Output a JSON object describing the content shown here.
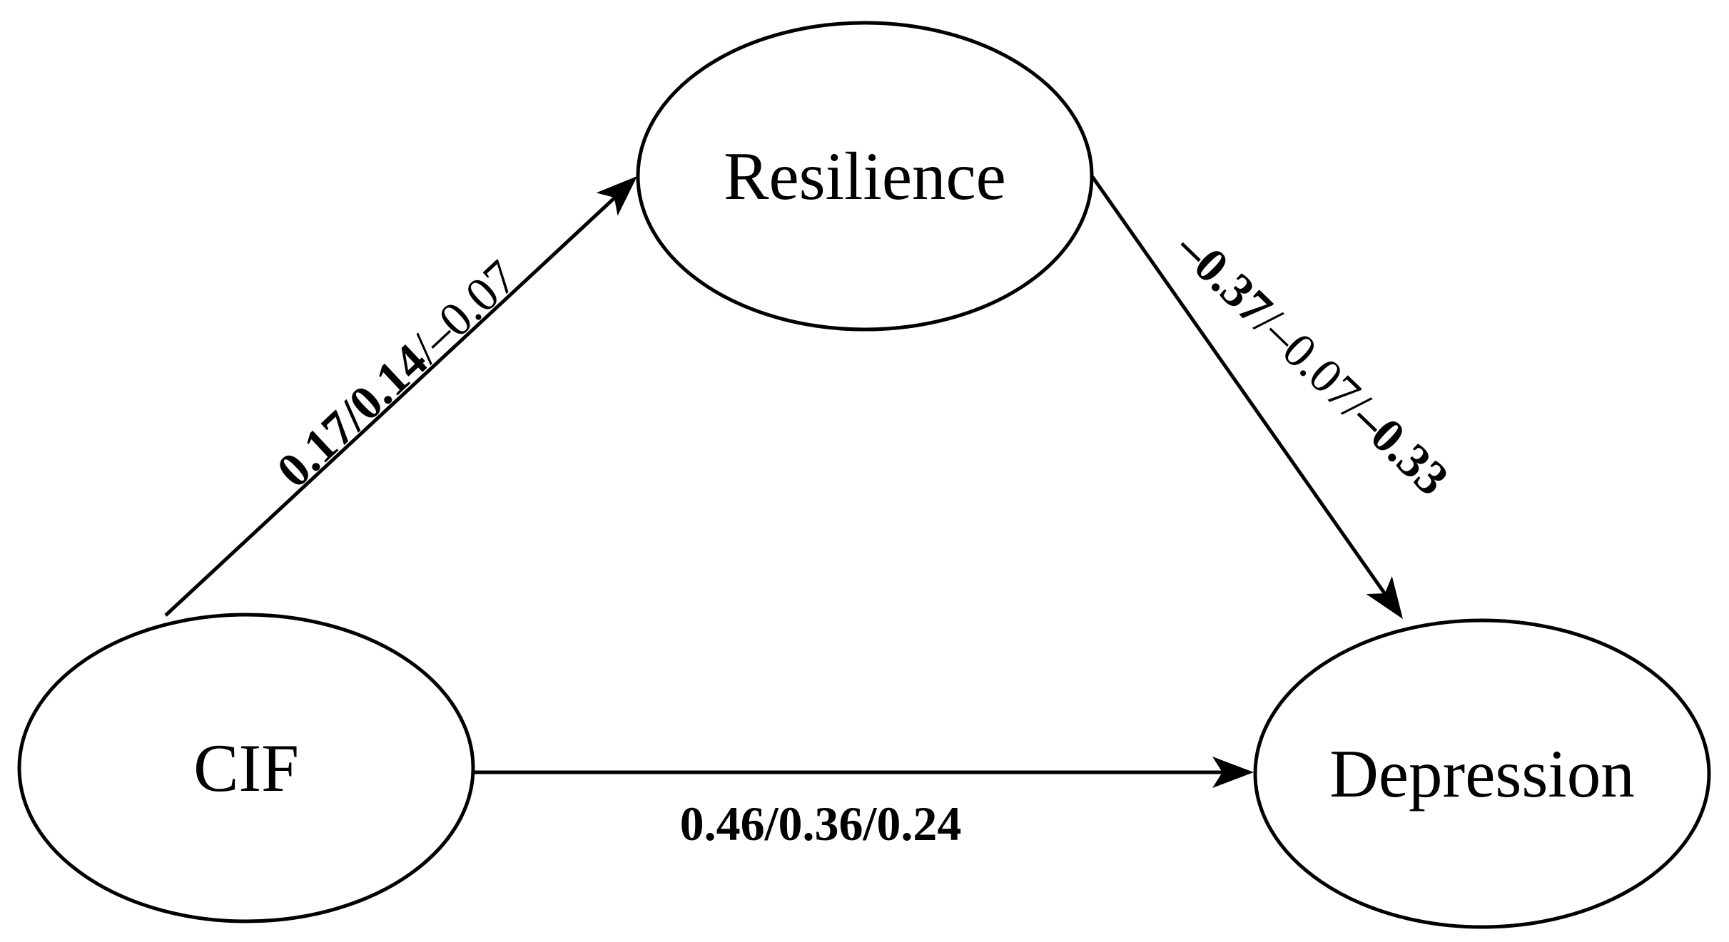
{
  "diagram": {
    "type": "mediation-path-diagram",
    "colors": {
      "background": "#ffffff",
      "stroke": "#000000",
      "text": "#000000"
    },
    "nodes": [
      {
        "id": "resilience",
        "label": "Resilience"
      },
      {
        "id": "cif",
        "label": "CIF"
      },
      {
        "id": "depression",
        "label": "Depression"
      }
    ],
    "edges": [
      {
        "id": "cif-to-resilience",
        "from": "CIF",
        "to": "Resilience",
        "segments": [
          {
            "text": "0.17/0.14",
            "bold": true
          },
          {
            "text": "/–0.07",
            "bold": false
          }
        ]
      },
      {
        "id": "resilience-to-depression",
        "from": "Resilience",
        "to": "Depression",
        "segments": [
          {
            "text": "–0.37",
            "bold": true
          },
          {
            "text": "/–0.07/",
            "bold": false
          },
          {
            "text": "–0.33",
            "bold": true
          }
        ]
      },
      {
        "id": "cif-to-depression",
        "from": "CIF",
        "to": "Depression",
        "segments": [
          {
            "text": "0.46/0.36/0.24",
            "bold": true
          }
        ]
      }
    ]
  }
}
